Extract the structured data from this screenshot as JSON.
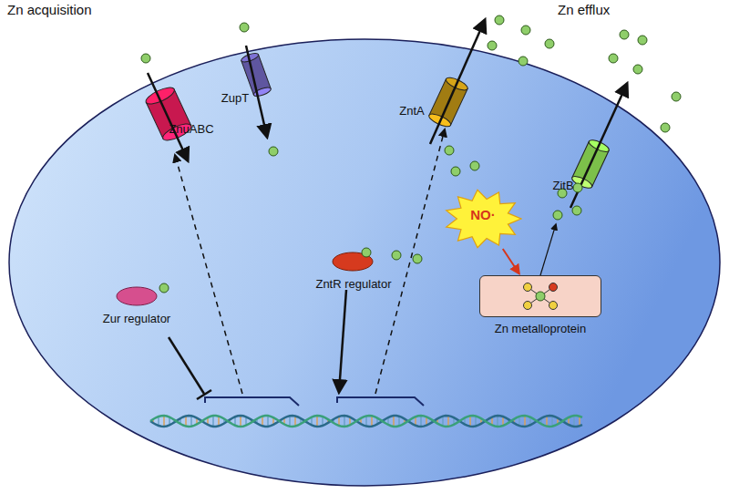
{
  "diagram": {
    "nodes": [
      {
        "text": [
          "ZnuABC"
        ]
      },
      {
        "text": [
          "ZupT"
        ]
      },
      {
        "text": [
          "ZntA"
        ]
      },
      {
        "text": [
          "ZitB"
        ]
      },
      {
        "text": [
          "NO·"
        ]
      },
      {
        "text": [
          "ZntR regulator"
        ]
      },
      {
        "text": [
          "Zur regulator"
        ]
      },
      {
        "text": [
          "Zn metalloprotein"
        ]
      }
    ],
    "edges": [
      {
        "from": 4,
        "to": 7,
        "arrow": "to"
      }
    ],
    "labels": [
      "Zn acquisition",
      "Zn efflux"
    ]
  }
}
